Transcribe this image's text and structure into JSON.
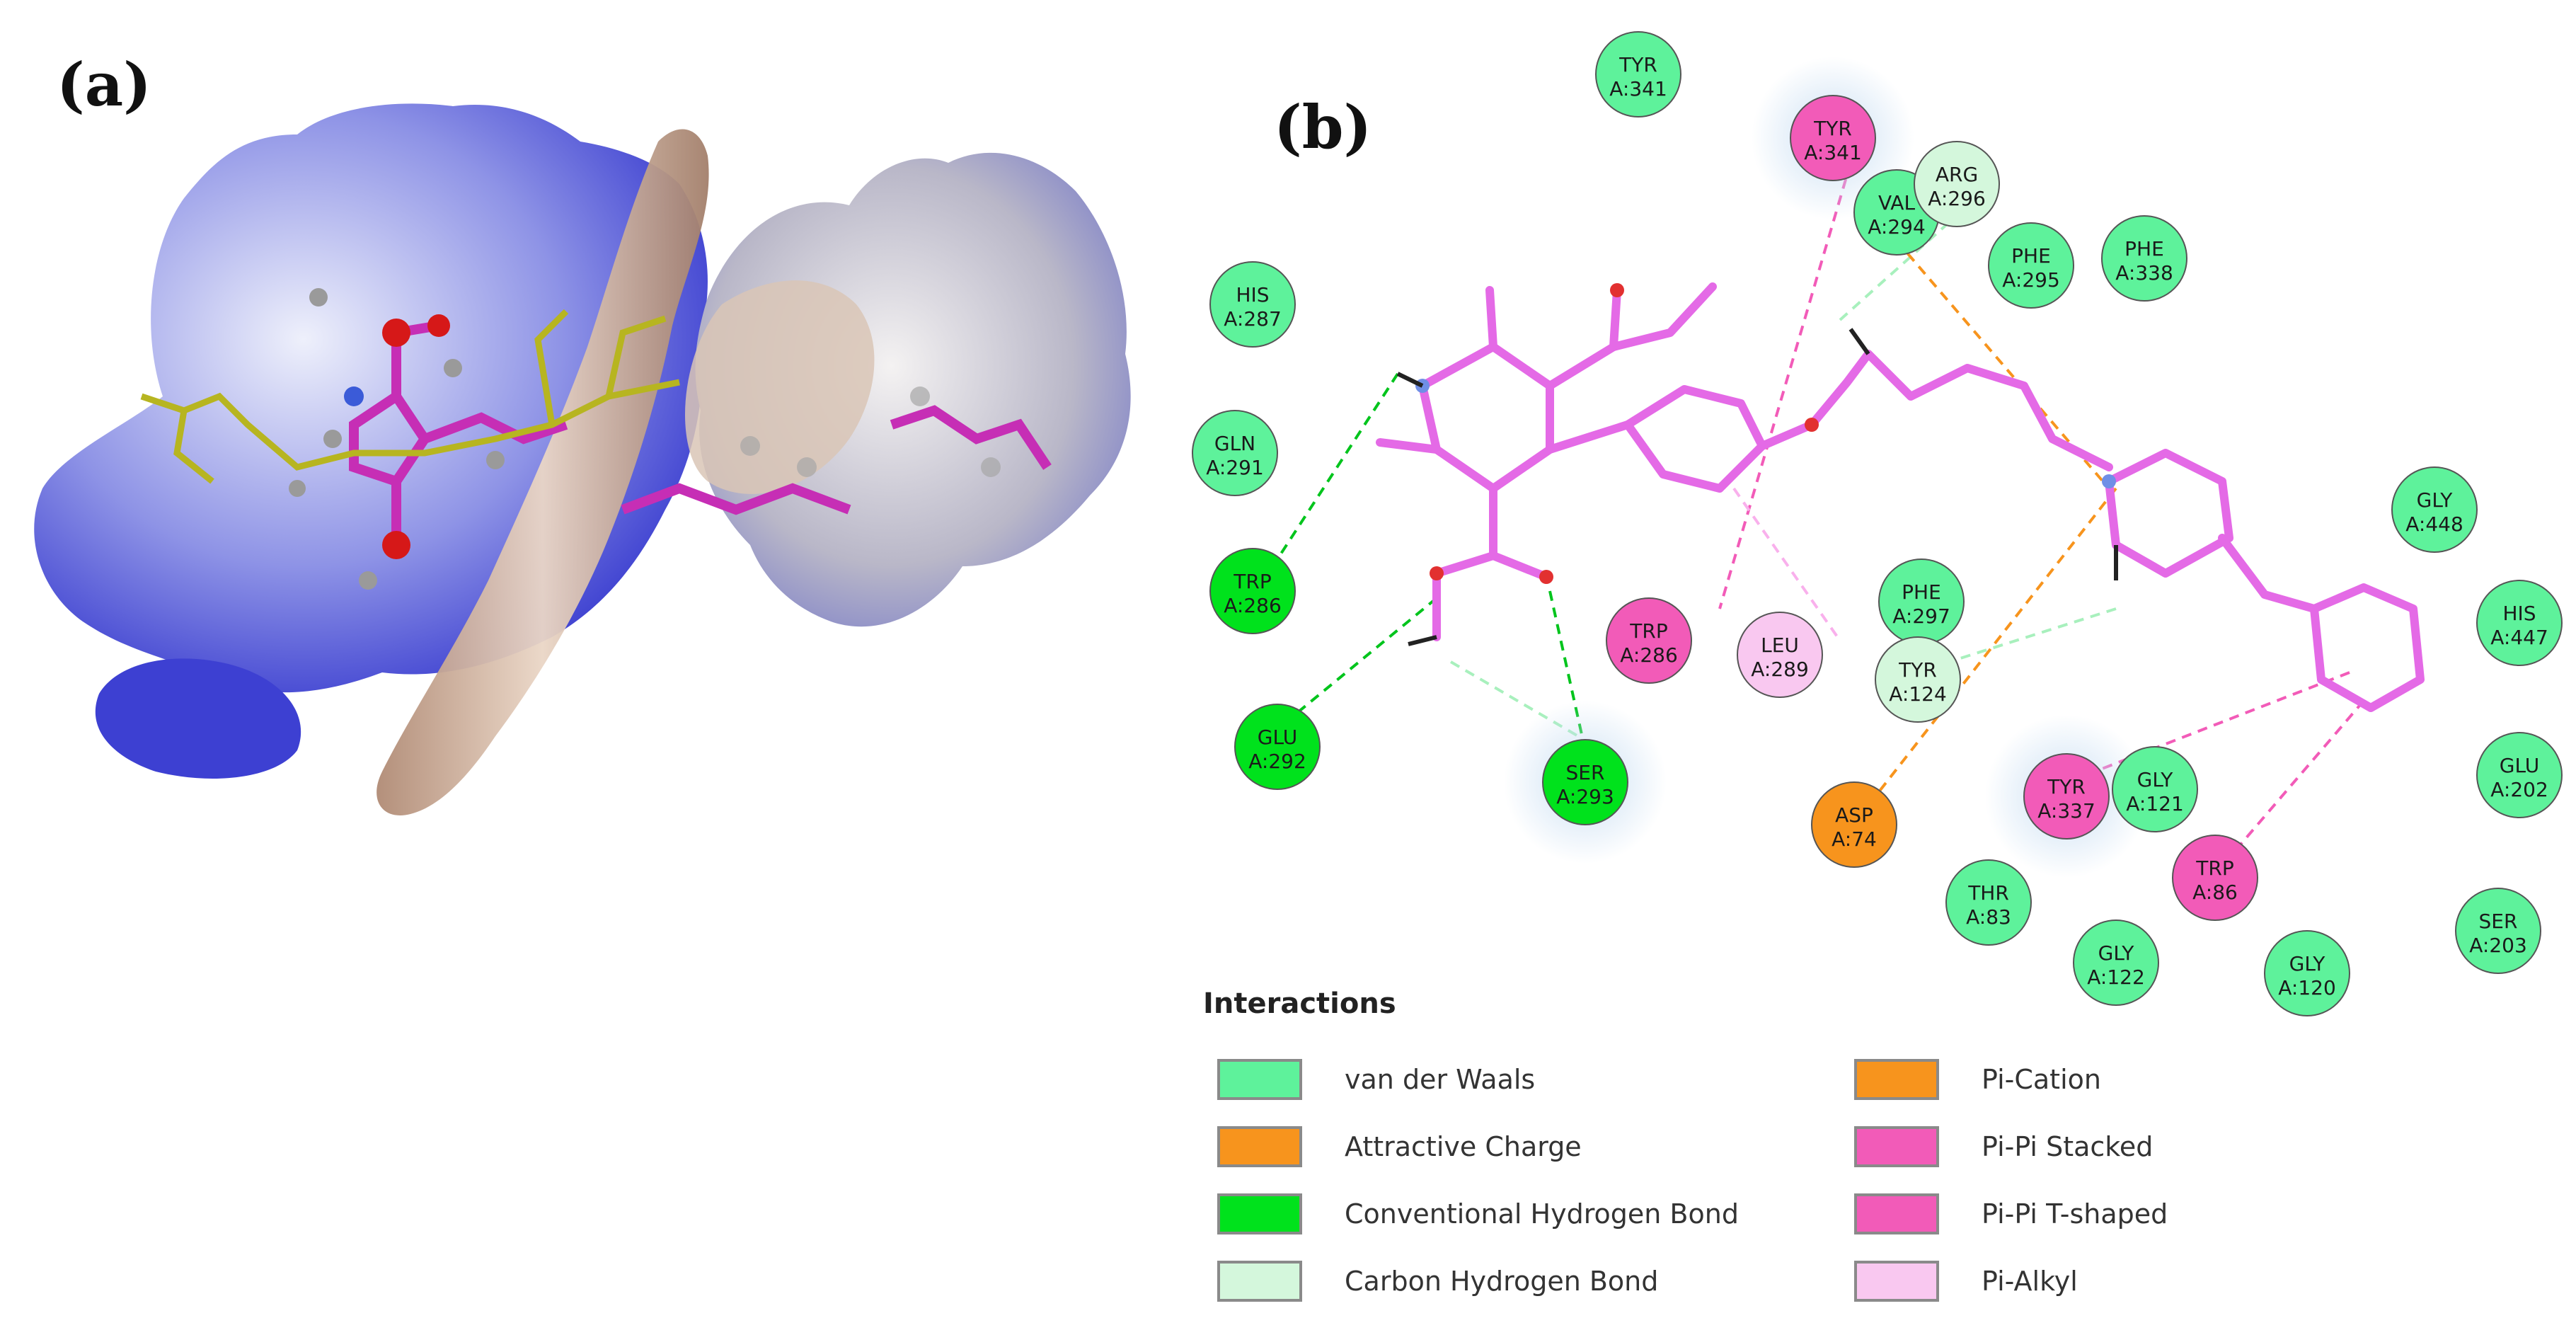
{
  "panels": [
    {
      "label": "(a)"
    },
    {
      "label": "(b)"
    }
  ],
  "residues": [
    {
      "name": "TYR",
      "chain": "A:341",
      "type": "van der Waals"
    },
    {
      "name": "TYR",
      "chain": "A:341",
      "type": "Pi-Pi Stacked"
    },
    {
      "name": "VAL",
      "chain": "A:294",
      "type": "van der Waals"
    },
    {
      "name": "ARG",
      "chain": "A:296",
      "type": "Carbon Hydrogen Bond"
    },
    {
      "name": "PHE",
      "chain": "A:295",
      "type": "van der Waals"
    },
    {
      "name": "PHE",
      "chain": "A:338",
      "type": "van der Waals"
    },
    {
      "name": "HIS",
      "chain": "A:287",
      "type": "van der Waals"
    },
    {
      "name": "GLN",
      "chain": "A:291",
      "type": "van der Waals"
    },
    {
      "name": "TRP",
      "chain": "A:286",
      "type": "Conventional Hydrogen Bond"
    },
    {
      "name": "GLU",
      "chain": "A:292",
      "type": "Conventional Hydrogen Bond"
    },
    {
      "name": "SER",
      "chain": "A:293",
      "type": "Conventional Hydrogen Bond"
    },
    {
      "name": "TRP",
      "chain": "A:286",
      "type": "Pi-Pi Stacked"
    },
    {
      "name": "LEU",
      "chain": "A:289",
      "type": "Pi-Alkyl"
    },
    {
      "name": "PHE",
      "chain": "A:297",
      "type": "van der Waals"
    },
    {
      "name": "TYR",
      "chain": "A:124",
      "type": "Carbon Hydrogen Bond"
    },
    {
      "name": "ASP",
      "chain": "A:74",
      "type": "Attractive Charge"
    },
    {
      "name": "TYR",
      "chain": "A:337",
      "type": "Pi-Pi Stacked"
    },
    {
      "name": "GLY",
      "chain": "A:121",
      "type": "van der Waals"
    },
    {
      "name": "TRP",
      "chain": "A:86",
      "type": "Pi-Pi Stacked"
    },
    {
      "name": "THR",
      "chain": "A:83",
      "type": "van der Waals"
    },
    {
      "name": "GLY",
      "chain": "A:122",
      "type": "van der Waals"
    },
    {
      "name": "GLY",
      "chain": "A:120",
      "type": "van der Waals"
    },
    {
      "name": "SER",
      "chain": "A:203",
      "type": "van der Waals"
    },
    {
      "name": "GLU",
      "chain": "A:202",
      "type": "van der Waals"
    },
    {
      "name": "HIS",
      "chain": "A:447",
      "type": "van der Waals"
    },
    {
      "name": "GLY",
      "chain": "A:448",
      "type": "van der Waals"
    }
  ],
  "legend": {
    "title": "Interactions",
    "items": [
      {
        "label": "van der Waals",
        "color": "#5ef29b"
      },
      {
        "label": "Attractive Charge",
        "color": "#f7941d"
      },
      {
        "label": "Conventional Hydrogen Bond",
        "color": "#00e21c"
      },
      {
        "label": "Carbon Hydrogen Bond",
        "color": "#d4f7dc"
      },
      {
        "label": "Pi-Cation",
        "color": "#f7941d"
      },
      {
        "label": "Pi-Pi Stacked",
        "color": "#f25bb8"
      },
      {
        "label": "Pi-Pi T-shaped",
        "color": "#f25bb8"
      },
      {
        "label": "Pi-Alkyl",
        "color": "#f9c8f0"
      }
    ]
  },
  "type_colors": {
    "van der Waals": "#5ef29b",
    "Attractive Charge": "#f7941d",
    "Conventional Hydrogen Bond": "#00e21c",
    "Carbon Hydrogen Bond": "#d4f7dc",
    "Pi-Pi Stacked": "#f25bb8",
    "Pi-Alkyl": "#f9c8f0"
  },
  "colors": {
    "ligand": "#e46ae6",
    "surface_blue": "#4a4fd6",
    "surface_tan": "#c8a48e",
    "stick_yellow": "#b7b520",
    "oxygen": "#d61818",
    "nitrogen": "#3b5bd8"
  }
}
